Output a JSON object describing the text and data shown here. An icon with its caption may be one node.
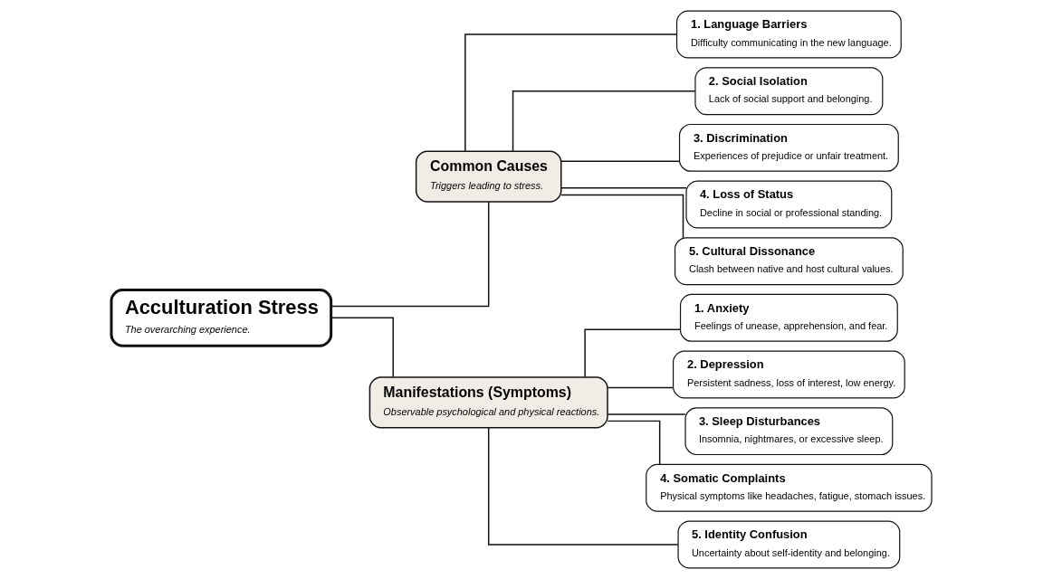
{
  "diagram": {
    "nodes": [
      {
        "text": [
          "Acculturation Stress",
          "The overarching experience."
        ]
      },
      {
        "text": [
          "Common Causes",
          "Triggers leading to stress."
        ]
      },
      {
        "text": [
          "Manifestations (Symptoms)",
          "Observable psychological and physical reactions."
        ]
      },
      {
        "text": [
          "1. Language Barriers",
          "Difficulty communicating in the new language."
        ]
      },
      {
        "text": [
          "2. Social Isolation",
          "Lack of social support and belonging."
        ]
      },
      {
        "text": [
          "3. Discrimination",
          "Experiences of prejudice or unfair treatment."
        ]
      },
      {
        "text": [
          "4. Loss of Status",
          "Decline in social or professional standing."
        ]
      },
      {
        "text": [
          "5. Cultural Dissonance",
          "Clash between native and host cultural values."
        ]
      },
      {
        "text": [
          "1. Anxiety",
          "Feelings of unease, apprehension, and fear."
        ]
      },
      {
        "text": [
          "2. Depression",
          "Persistent sadness, loss of interest, low energy."
        ]
      },
      {
        "text": [
          "3. Sleep Disturbances",
          "Insomnia, nightmares, or excessive sleep."
        ]
      },
      {
        "text": [
          "4. Somatic Complaints",
          "Physical symptoms like headaches, fatigue, stomach issues."
        ]
      },
      {
        "text": [
          "5. Identity Confusion",
          "Uncertainty about self-identity and belonging."
        ]
      }
    ],
    "edges": [
      {
        "from": 0,
        "to": 1,
        "arrow": "none"
      },
      {
        "from": 0,
        "to": 2,
        "arrow": "none"
      },
      {
        "from": 1,
        "to": 3,
        "arrow": "none"
      },
      {
        "from": 1,
        "to": 4,
        "arrow": "none"
      },
      {
        "from": 1,
        "to": 5,
        "arrow": "none"
      },
      {
        "from": 1,
        "to": 6,
        "arrow": "none"
      },
      {
        "from": 1,
        "to": 7,
        "arrow": "none"
      },
      {
        "from": 2,
        "to": 8,
        "arrow": "none"
      },
      {
        "from": 2,
        "to": 9,
        "arrow": "none"
      },
      {
        "from": 2,
        "to": 10,
        "arrow": "none"
      },
      {
        "from": 2,
        "to": 11,
        "arrow": "none"
      },
      {
        "from": 2,
        "to": 12,
        "arrow": "none"
      }
    ]
  }
}
